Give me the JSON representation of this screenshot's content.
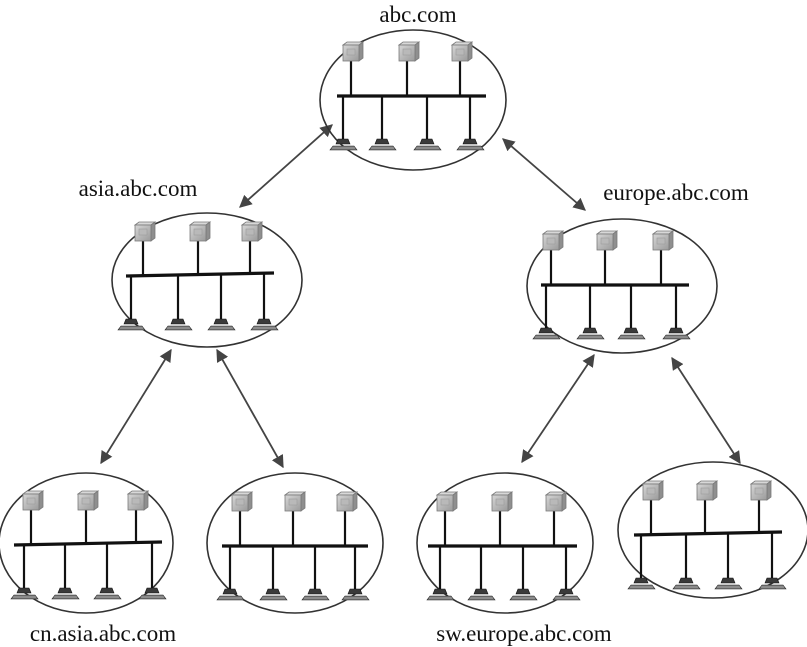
{
  "nodes": {
    "root": {
      "label": "abc.com"
    },
    "asia": {
      "label": "asia.abc.com"
    },
    "europe": {
      "label": "europe.abc.com"
    },
    "cn_asia": {
      "label": "cn.asia.abc.com"
    },
    "asia_child_2": {
      "label": ""
    },
    "sw_europe": {
      "label": "sw.europe.abc.com"
    },
    "europe_child_2": {
      "label": ""
    }
  },
  "colors": {
    "server_face": "#b9b9b9",
    "server_edge": "#7a7a7a",
    "line": "#111111",
    "arrow": "#444444"
  },
  "icons": {
    "server": "server-icon",
    "workstation": "workstation-icon"
  }
}
